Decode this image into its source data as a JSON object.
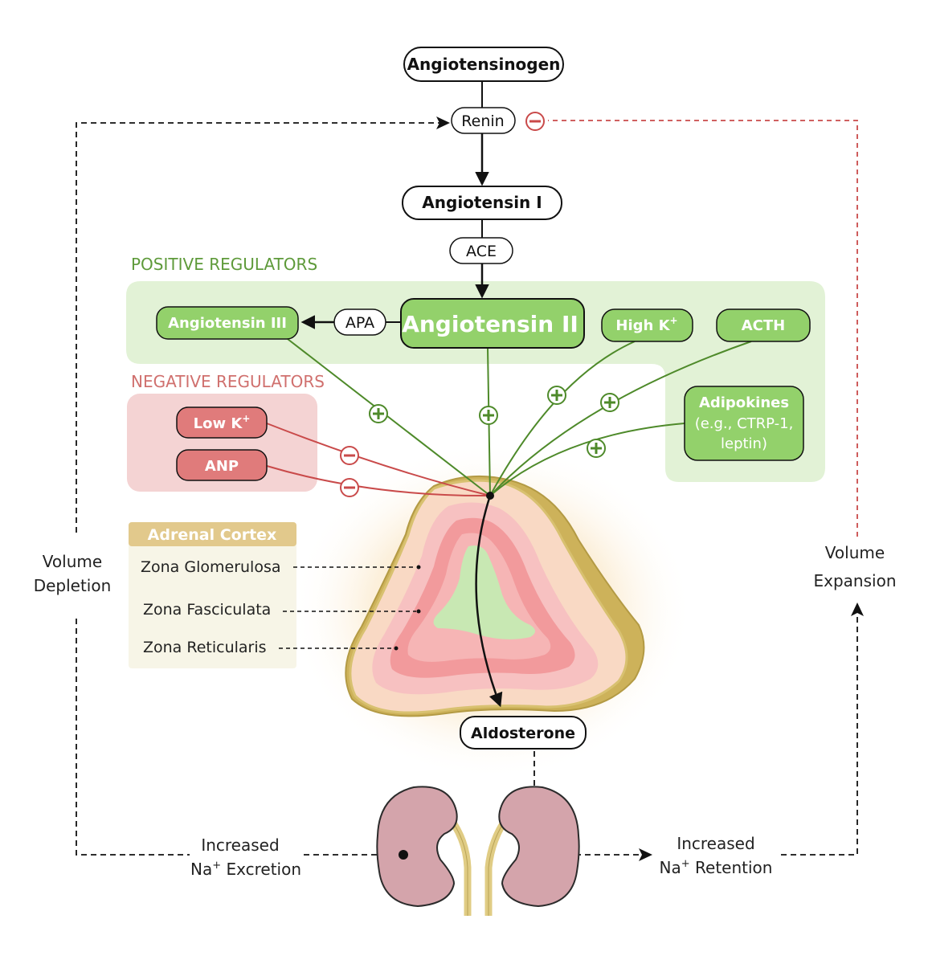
{
  "nodes": {
    "angiotensinogen": "Angiotensinogen",
    "renin": "Renin",
    "angiotensin_i": "Angiotensin I",
    "ace": "ACE",
    "angiotensin_ii": "Angiotensin II",
    "apa": "APA",
    "angiotensin_iii": "Angiotensin III",
    "high_k": "High K",
    "high_k_sup": "+",
    "acth": "ACTH",
    "adipokines_title": "Adipokines",
    "adipokines_line2": "(e.g., CTRP-1,",
    "adipokines_line3": "leptin)",
    "low_k": "Low K",
    "low_k_sup": "+",
    "anp": "ANP",
    "aldosterone": "Aldosterone"
  },
  "regulators": {
    "positive_title": "POSITIVE REGULATORS",
    "negative_title": "NEGATIVE REGULATORS"
  },
  "adrenal_cortex": {
    "title": "Adrenal Cortex",
    "zones": [
      "Zona Glomerulosa",
      "Zona Fasciculata",
      "Zona Reticularis"
    ]
  },
  "feedback": {
    "volume_depletion_1": "Volume",
    "volume_depletion_2": "Depletion",
    "volume_expansion_1": "Volume",
    "volume_expansion_2": "Expansion",
    "excretion_1": "Increased",
    "excretion_2_pre": "Na",
    "excretion_2_sup": "+",
    "excretion_2_post": " Excretion",
    "retention_1": "Increased",
    "retention_2_pre": "Na",
    "retention_2_sup": "+",
    "retention_2_post": " Retention"
  },
  "colors": {
    "positive_green": "#4e8a2a",
    "positive_fill": "#93d16b",
    "positive_panel": "#e2f2d6",
    "negative_red": "#c94a4a",
    "negative_fill": "#e07b7b",
    "negative_panel": "#f4d3d3",
    "cortex_header": "#e2c98c",
    "cortex_panel": "#f7f5e7",
    "kidney": "#d9a8ad"
  }
}
